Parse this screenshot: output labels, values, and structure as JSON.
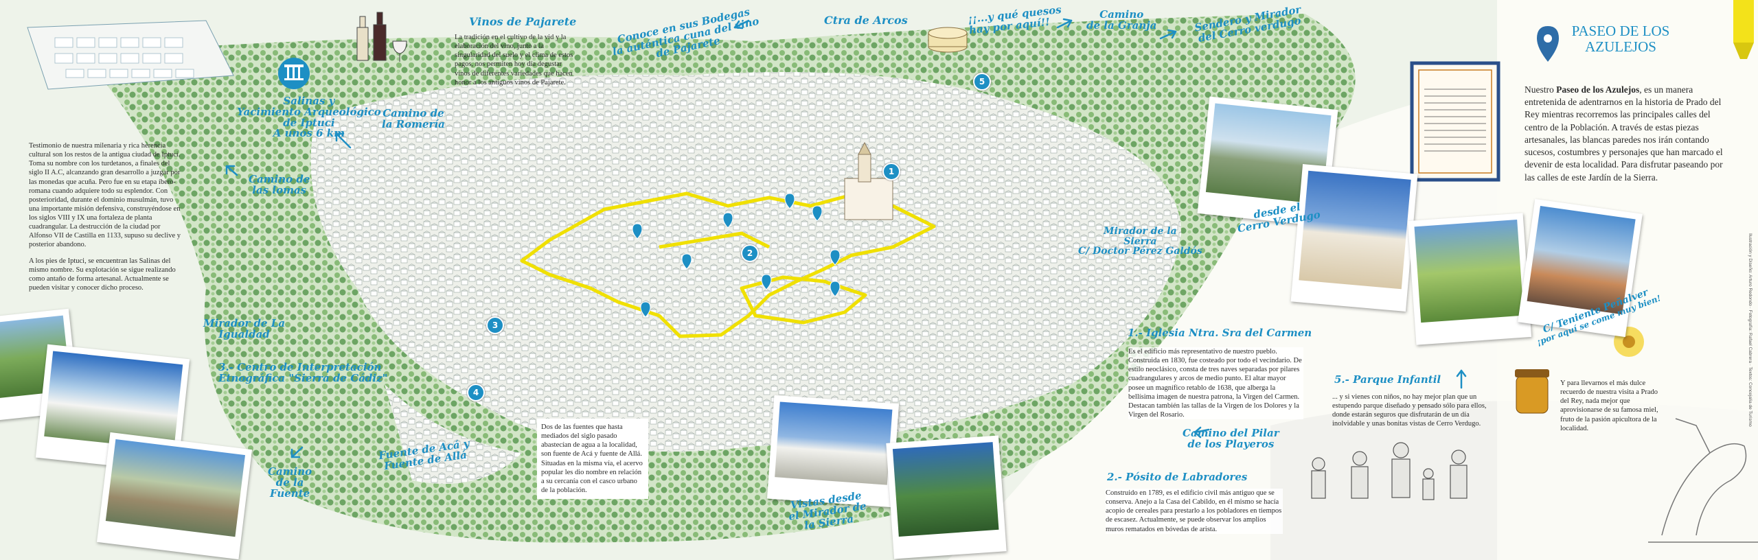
{
  "header": {
    "title_line1": "PASEO DE LOS",
    "title_line2": "AZULEJOS",
    "intro_bold": "Paseo de los Azulejos",
    "intro_pre": "Nuestro ",
    "intro_post": ", es un manera entretenida de adentrarnos en la historia de Prado del Rey mientras recorremos las principales calles del centro de la Población. A través de estas piezas artesanales, las blancas paredes nos irán contando sucesos, costumbres y personajes que han marcado el devenir de esta localidad. Para disfrutar paseando por las calles de este Jardín de la Sierra.",
    "credits": "Ilustración y Diseño: Arturo Redondo · Fotografía: Rafael Cabrera · Textos: Concejalía de Turismo"
  },
  "labels": {
    "vinos": "Vinos de Pajarete",
    "bodegas_1": "Conoce en sus Bodegas",
    "bodegas_2": "la auténtica cuna del vino",
    "bodegas_3": "de Pajarete",
    "arcos": "Ctra de Arcos",
    "quesos_1": "¡¡...y qué quesos",
    "quesos_2": "hay por aquí!!",
    "granja_1": "Camino",
    "granja_2": "de la Granja",
    "sendero_1": "Sendero y Mirador",
    "sendero_2": "del Cerro verdugo",
    "salinas_1": "Salinas y",
    "salinas_2": "Yacimiento Arqueológico",
    "salinas_3": "de Iptuci",
    "salinas_4": "A unos 6 km",
    "romeria_1": "Camino de",
    "romeria_2": "la Romería",
    "lomas_1": "Camino de",
    "lomas_2": "las lomas",
    "igualdad_1": "Mirador de La",
    "igualdad_2": "Igualdad",
    "centro_1": "3.- Centro de Interpretación",
    "centro_2": "Etnográfica \"Sierra de Cádiz\"",
    "fuente_1": "Camino",
    "fuente_2": "de la",
    "fuente_3": "Fuente",
    "aca_1": "Fuente de Acá y",
    "aca_2": "Fuente de Allá",
    "mirador_sierra_1": "Mirador de la",
    "mirador_sierra_2": "Sierra",
    "mirador_sierra_3": "C/ Doctor Pérez Galdós",
    "cerro_1": "desde el",
    "cerro_2": "Cerro Verdugo",
    "iglesia": "1.- Iglesia Ntra. Sra del Carmen",
    "pilar_1": "Camino del Pilar",
    "pilar_2": "de los Playeros",
    "posito": "2.- Pósito de Labradores",
    "vistas_1": "Vistas desde",
    "vistas_2": "el Mirador de",
    "vistas_3": "la Sierra",
    "parque": "5.- Parque Infantil",
    "teniente_1": "C/ Teniente Peñalver",
    "teniente_2": "¡por aquí se come muy bien!"
  },
  "texts": {
    "vinos": "La tradición en el cultivo de la vid y la elaboración del vino, junto a la singularidad del suelo y el clima de estos pagos, nos permiten hoy día degustar vinos de diferentes variedades que hacen honor a los antiguos vinos de Pajarete.",
    "iptuci_1": "Testimonio de nuestra milenaria y rica herencia cultural son los restos de la antigua ciudad de Iptuci. Toma su nombre con los turdetanos, a finales del siglo II A.C, alcanzando gran desarrollo a juzgar por las monedas que acuña. Pero fue en su etapa íbero-romana cuando adquiere todo su esplendor. Con posterioridad, durante el dominio musulmán, tuvo una importante misión defensiva, construyéndose en los siglos VIII y IX una fortaleza de planta cuadrangular. La destrucción de la ciudad por Alfonso VII de Castilla en 1133, supuso su declive y posterior abandono.",
    "iptuci_2": "A los pies de Iptuci, se encuentran las Salinas del mismo nombre. Su explotación se sigue realizando como antaño de forma artesanal. Actualmente se pueden visitar y conocer dicho proceso.",
    "fuentes": "Dos de las fuentes que hasta mediados del siglo pasado abastecían de agua a la localidad, son fuente de Acá y fuente de Allá. Situadas en la misma vía, el acervo popular les dio nombre en relación a su cercanía con el casco urbano de la población.",
    "iglesia": "Es el edificio más representativo de nuestro pueblo. Construida en 1830, fue costeado por todo el vecindario. De estilo neoclásico, consta de tres naves separadas por pilares cuadrangulares y arcos de medio punto. El altar mayor posee un magnífico retablo de 1638, que alberga la bellísima imagen de nuestra patrona, la Virgen del Carmen. Destacan también las tallas de la Virgen de los Dolores y la Virgen del Rosario.",
    "posito": "Construido en 1789, es el edificio civil más antiguo que se conserva. Anejo a la Casa del Cabildo, en él mismo se hacía acopio de cereales para prestarlo a los pobladores en tiempos de escasez. Actualmente, se puede observar los amplios muros rematados en bóvedas de arista.",
    "parque": "... y si vienes con niños, no hay mejor plan que un estupendo parque diseñado y pensado sólo para ellos, donde estarán seguros que disfrutarán de un día inolvidable y unas bonitas vistas de Cerro Verdugo.",
    "miel": "Y para llevarnos el más dulce recuerdo de nuestra visita a Prado del Rey, nada mejor que aprovisionarse de su famosa miel, fruto de la pasión apicultora de la localidad."
  },
  "pins": [
    "1",
    "2",
    "3",
    "4",
    "5"
  ],
  "colors": {
    "accent": "#1d8fc4",
    "route": "#f0e000",
    "green": "#7db56a"
  }
}
